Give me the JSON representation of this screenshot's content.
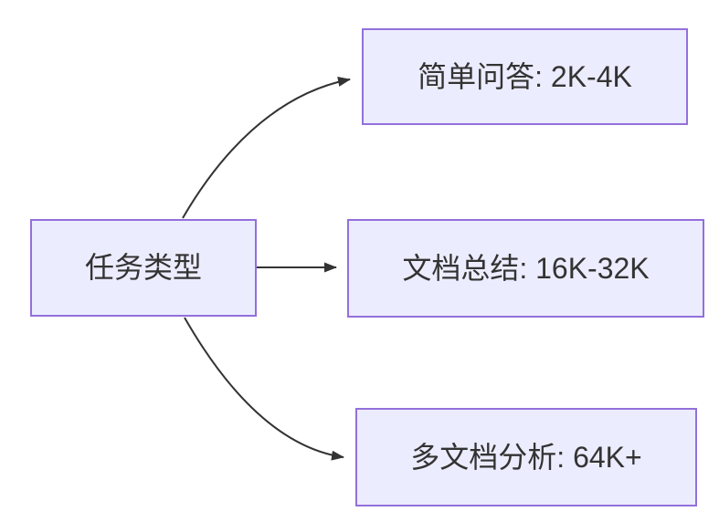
{
  "diagram": {
    "type": "flowchart-LR",
    "colors": {
      "background": "#FFFFFF",
      "node_fill": "#ECECFF",
      "node_border": "#9370DB",
      "text": "#333333",
      "edge": "#333333"
    },
    "root": {
      "label": "任务类型"
    },
    "branches": [
      {
        "label": "简单问答: 2K-4K"
      },
      {
        "label": "文档总结: 16K-32K"
      },
      {
        "label": "多文档分析: 64K+"
      }
    ]
  }
}
